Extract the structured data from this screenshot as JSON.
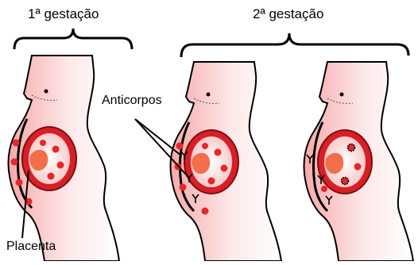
{
  "labels": {
    "first_pregnancy": "1ª gestação",
    "second_pregnancy": "2ª gestação",
    "antibodies": "Anticorpos",
    "placenta": "Placenta"
  },
  "colors": {
    "skin_light": "#fde9e9",
    "skin_mid": "#f7b0b0",
    "uterus_red": "#d81f26",
    "amniotic": "#fbd4d2",
    "fetus": "#f36f4a",
    "blood_cell": "#e8262c",
    "outline": "#000000"
  }
}
